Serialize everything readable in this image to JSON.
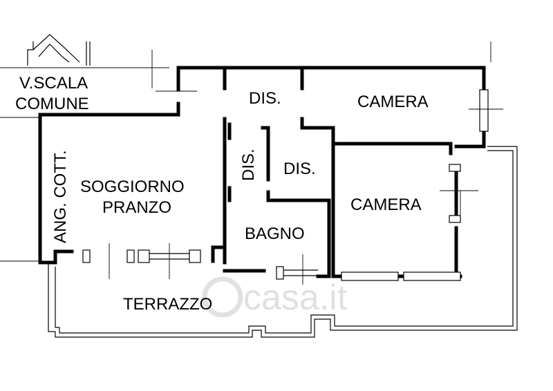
{
  "labels": {
    "stair_line1": "V.SCALA",
    "stair_line2": "COMUNE",
    "dis_top": "DIS.",
    "camera_top": "CAMERA",
    "ang_cott": "ANG. COTT.",
    "soggiorno": "SOGGIORNO",
    "pranzo": "PRANZO",
    "dis_vertical": "DIS.",
    "dis_middle": "DIS.",
    "camera_right": "CAMERA",
    "bagno": "BAGNO",
    "terrazzo": "TERRAZZO"
  },
  "watermark": {
    "text": "casa.it"
  }
}
